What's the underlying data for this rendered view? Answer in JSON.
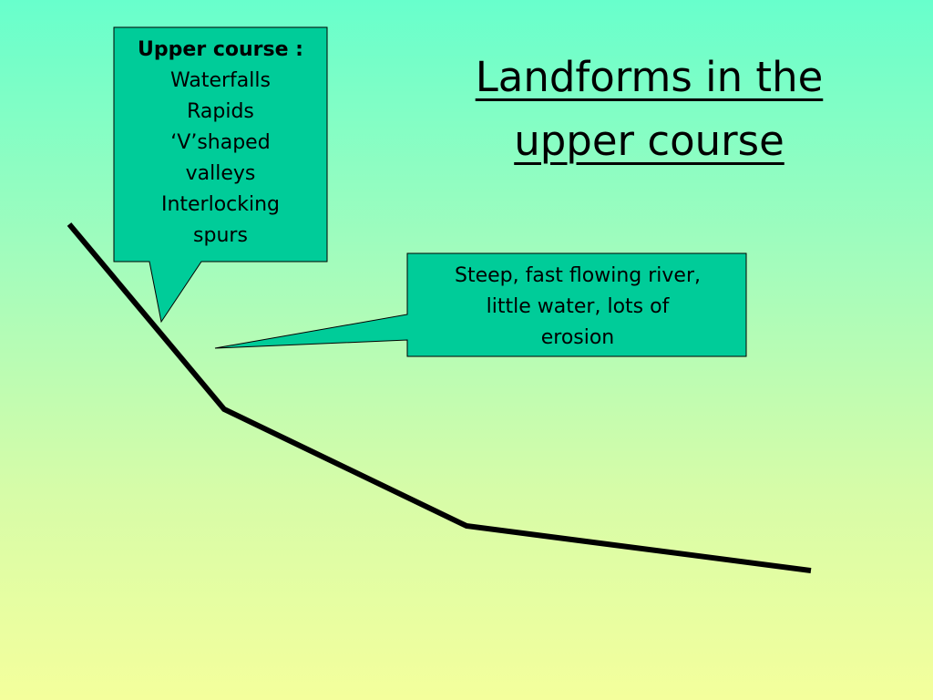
{
  "slide": {
    "background_top_color": "#68ffcc",
    "background_bottom_color": "#f4ff9c",
    "title_lines": [
      "Landforms in the",
      "upper course"
    ]
  },
  "upper_callout": {
    "fill_color": "#00cc99",
    "heading": "Upper course :",
    "items": [
      "Waterfalls",
      "Rapids",
      "‘V’shaped",
      "valleys",
      "Interlocking",
      "spurs"
    ]
  },
  "steep_callout": {
    "fill_color": "#00cc99",
    "lines": [
      "Steep, fast flowing river,",
      "little water, lots of",
      "erosion"
    ]
  },
  "river_profile": {
    "line_color": "#000000"
  }
}
